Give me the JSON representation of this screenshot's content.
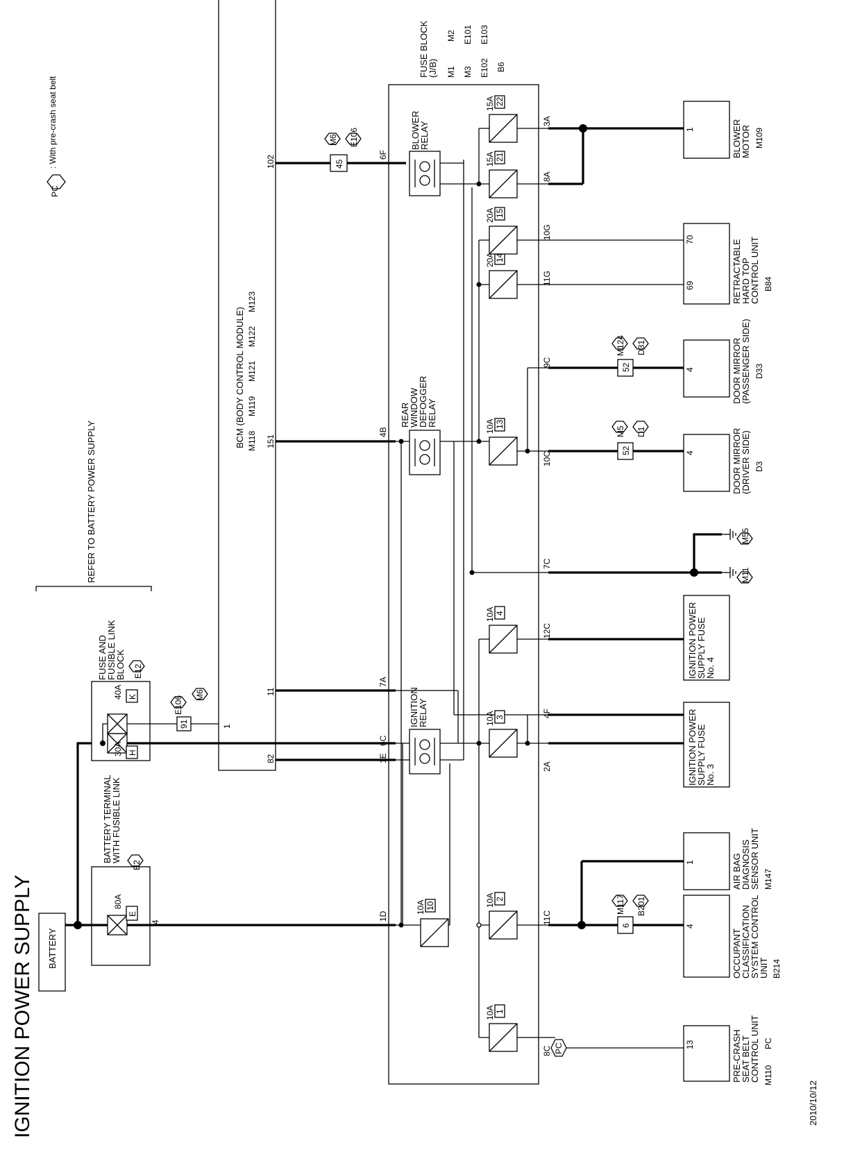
{
  "title": "IGNITION POWER SUPPLY",
  "date": "2010/10/12",
  "legend": {
    "tag": "PC",
    "text": ": With pre-crash seat belt"
  },
  "components": {
    "battery": "BATTERY",
    "battery_terminal": {
      "lines": [
        "BATTERY TERMINAL",
        "WITH FUSIBLE LINK"
      ],
      "connector": "E2",
      "fuse_amp": "80A",
      "fuse_id": "E",
      "pin": "4"
    },
    "fusible_link_block": {
      "lines": [
        "FUSE AND",
        "FUSIBLE LINK",
        "BLOCK"
      ],
      "connector": "E12",
      "fuse1_amp": "30A",
      "fuse1_id": "H",
      "fuse2_amp": "40A",
      "fuse2_id": "K",
      "conn_pin": "91",
      "conn1": "E106",
      "conn2": "M6"
    },
    "refer_battery": "REFER TO BATTERY POWER SUPPLY",
    "bcm": {
      "label": "BCM (BODY CONTROL MODULE)",
      "connectors": [
        "M118",
        "M119",
        "M121",
        "M122",
        "M123"
      ],
      "pins": [
        "1",
        "82",
        "11",
        "151",
        "102"
      ],
      "blower_conn_pin": "45",
      "blower_conn1": "M6",
      "blower_conn2": "E106"
    },
    "fuse_block": {
      "lines": [
        "FUSE BLOCK",
        "(J/B)"
      ],
      "connectors": [
        "M1",
        "M2",
        "M3",
        "E101",
        "E102",
        "E103",
        "B6"
      ]
    },
    "relays": {
      "blower": [
        "BLOWER",
        "RELAY"
      ],
      "defogger": [
        "REAR",
        "WINDOW",
        "DEFOGGER",
        "RELAY"
      ],
      "ignition": [
        "IGNITION",
        "RELAY"
      ]
    },
    "fuses": [
      {
        "amp": "10A",
        "id": "10"
      },
      {
        "amp": "10A",
        "id": "1"
      },
      {
        "amp": "10A",
        "id": "2"
      },
      {
        "amp": "10A",
        "id": "3"
      },
      {
        "amp": "10A",
        "id": "4"
      },
      {
        "amp": "10A",
        "id": "13"
      },
      {
        "amp": "20A",
        "id": "14"
      },
      {
        "amp": "20A",
        "id": "15"
      },
      {
        "amp": "15A",
        "id": "21"
      },
      {
        "amp": "15A",
        "id": "22"
      }
    ],
    "jb_terminals": [
      "1D",
      "1E",
      "6C",
      "7A",
      "4B",
      "6F",
      "8C",
      "11C",
      "2A",
      "4F",
      "12C",
      "7C",
      "10C",
      "9C",
      "11G",
      "10G",
      "8A",
      "3A"
    ],
    "loads": {
      "pre_crash": {
        "lines": [
          "PRE-CRASH",
          "SEAT BELT",
          "CONTROL UNIT"
        ],
        "conn": "M110",
        "tag": "PC",
        "pin": "13"
      },
      "occupant": {
        "lines": [
          "OCCUPANT",
          "CLASSIFICATION",
          "SYSTEM CONTROL",
          "UNIT"
        ],
        "conn": "B214",
        "pin": "4",
        "jc_pin": "6",
        "jc1": "M117",
        "jc2": "B201"
      },
      "air_bag": {
        "lines": [
          "AIR BAG",
          "DIAGNOSIS",
          "SENSOR UNIT"
        ],
        "conn": "M147",
        "pin": "1"
      },
      "ign_fuse3": {
        "lines": [
          "IGNITION POWER",
          "SUPPLY FUSE",
          "No. 3"
        ]
      },
      "ign_fuse4": {
        "lines": [
          "IGNITION POWER",
          "SUPPLY FUSE",
          "No. 4"
        ]
      },
      "grounds": [
        "M11",
        "M55"
      ],
      "mirror_driver": {
        "lines": [
          "DOOR MIRROR",
          "(DRIVER SIDE)"
        ],
        "conn": "D3",
        "pin": "4",
        "jc_pin": "52",
        "jc1": "M5",
        "jc2": "D1"
      },
      "mirror_passenger": {
        "lines": [
          "DOOR MIRROR",
          "(PASSENGER SIDE)"
        ],
        "conn": "D33",
        "pin": "4",
        "jc_pin": "52",
        "jc1": "M124",
        "jc2": "D31"
      },
      "hardtop": {
        "lines": [
          "RETRACTABLE",
          "HARD TOP",
          "CONTROL UNIT"
        ],
        "conn": "B84",
        "pin1": "69",
        "pin2": "70"
      },
      "blower_motor": {
        "lines": [
          "BLOWER",
          "MOTOR"
        ],
        "conn": "M109",
        "pin": "1"
      }
    }
  }
}
